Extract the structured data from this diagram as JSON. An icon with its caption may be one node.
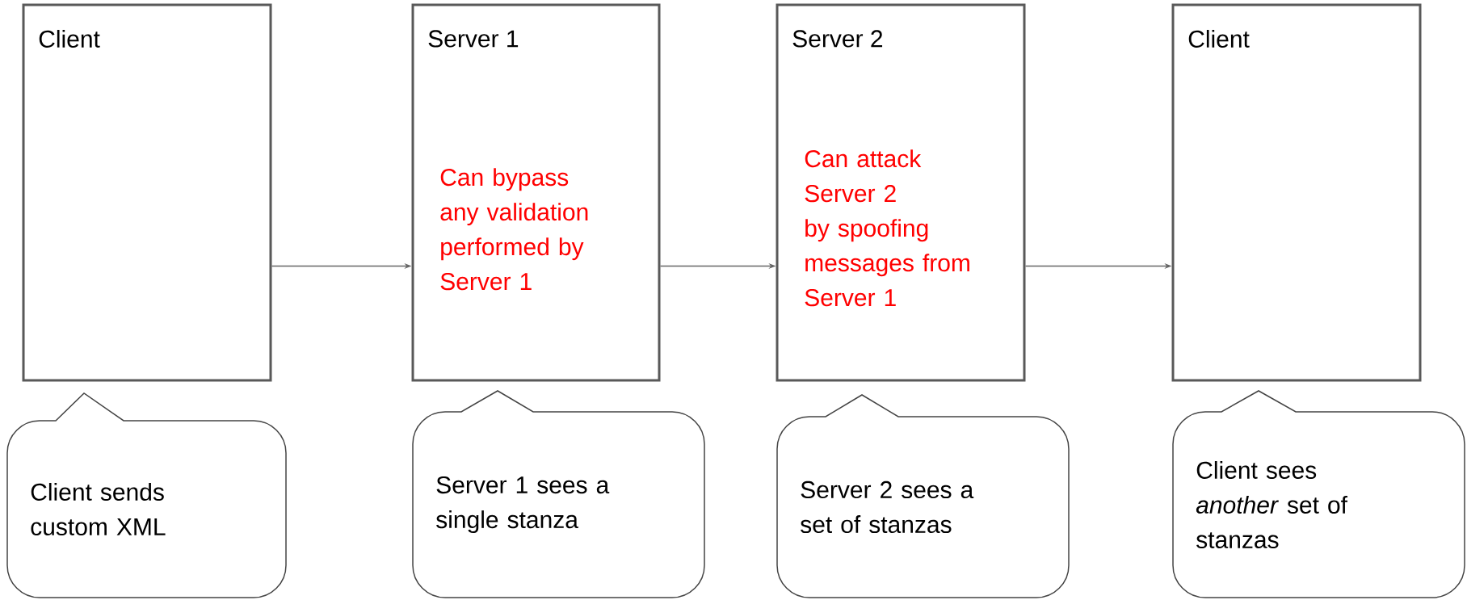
{
  "diagram": {
    "nodes": [
      {
        "text": [
          "Client"
        ]
      },
      {
        "text": [
          "Server 1",
          "Can bypass any validation performed by Server 1"
        ]
      },
      {
        "text": [
          "Server 2",
          "Can attack Server 2 by spoofing messages from Server 1"
        ]
      },
      {
        "text": [
          "Client"
        ]
      },
      {
        "text": [
          "Client sends custom XML"
        ]
      },
      {
        "text": [
          "Server 1 sees a single stanza"
        ]
      },
      {
        "text": [
          "Server 2 sees a set of stanzas"
        ]
      },
      {
        "text": [
          "Client sees *another* set of stanzas"
        ]
      }
    ],
    "edges": [
      {
        "from": 0,
        "to": 1,
        "arrow": "to"
      },
      {
        "from": 1,
        "to": 2,
        "arrow": "to"
      },
      {
        "from": 2,
        "to": 3,
        "arrow": "to"
      }
    ]
  }
}
